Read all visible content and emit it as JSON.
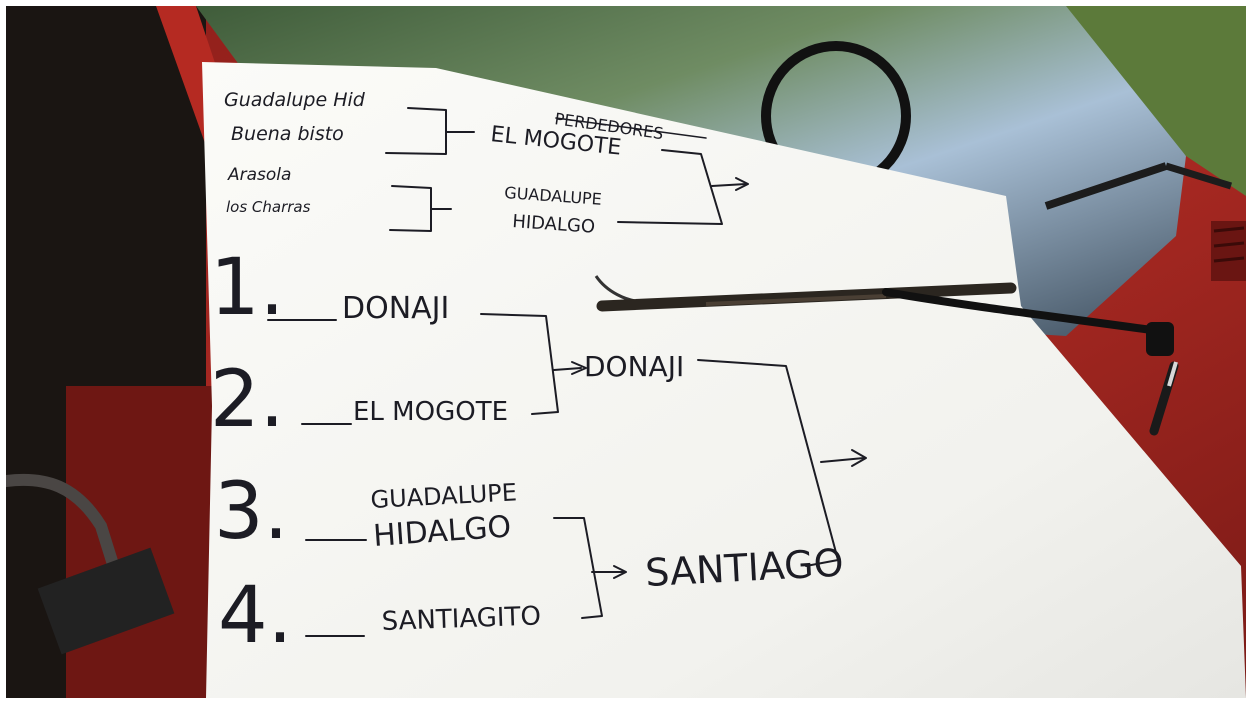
{
  "bracket_sheet": {
    "top_round": {
      "teams": [
        "Guadalupe Hid",
        "Buena bisto",
        "Arasola",
        "los Charras"
      ],
      "winners": [
        "EL MOGOTE",
        "GUADALUPE",
        "HIDALGO"
      ],
      "strikeout_heading": "PERDEDORES"
    },
    "seeds": [
      "1.",
      "2.",
      "3.",
      "4."
    ],
    "semifinal_teams": [
      "DONAJI",
      "EL MOGOTE",
      "GUADALUPE",
      "HIDALGO",
      "SANTIAGITO"
    ],
    "final_teams": [
      "DONAJI",
      "SANTIAGO"
    ]
  },
  "colors": {
    "paper": "#f7f7f4",
    "ink": "#1c1c24",
    "car_red": "#a0241f",
    "dark_interior": "#1a1512",
    "grass": "#5c7a3a"
  }
}
